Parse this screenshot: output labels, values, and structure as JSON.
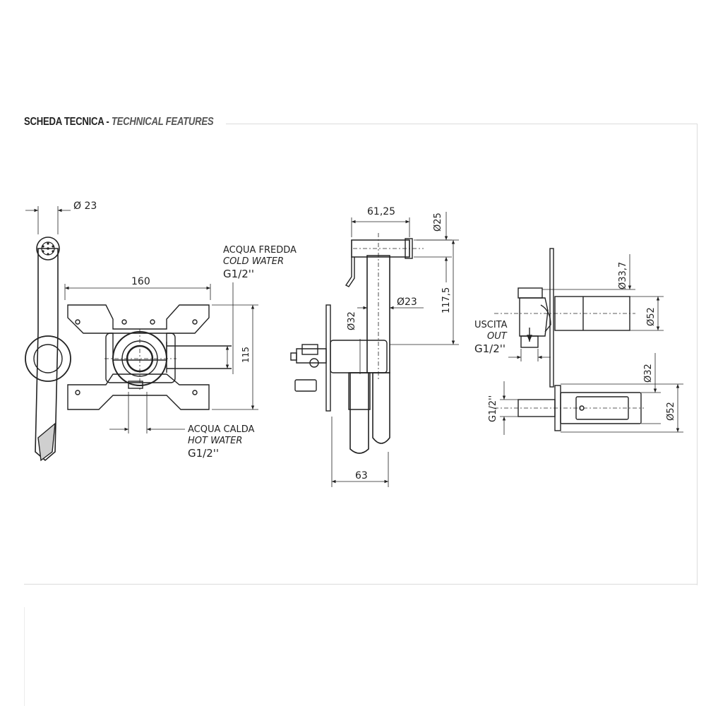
{
  "header": {
    "title_it": "SCHEDA TECNICA",
    "separator": " - ",
    "title_en": "TECHNICAL FEATURES"
  },
  "front_view": {
    "dim_handshower_dia": "Ø 23",
    "dim_width": "160",
    "dim_height": "115",
    "cold_label_it": "ACQUA FREDDA",
    "cold_label_en": "COLD WATER",
    "cold_thread": "G1/2''",
    "hot_label_it": "ACQUA CALDA",
    "hot_label_en": "HOT WATER",
    "hot_thread": "G1/2''"
  },
  "side_view": {
    "dim_handle_length": "61,25",
    "dim_handle_dia": "Ø25",
    "dim_depth": "117,5",
    "dim_body_dia": "Ø32",
    "dim_outlet_dia": "Ø23",
    "dim_projection": "63"
  },
  "outlet_view": {
    "outlet_label_it": "USCITA",
    "outlet_label_en": "OUT",
    "outlet_thread": "G1/2''",
    "dim_nut_dia": "Ø33,7",
    "dim_rosette_dia": "Ø52",
    "dim_body_dia": "Ø32",
    "dim_flange_dia": "Ø52",
    "dim_inlet_thread": "G1/2''"
  },
  "colors": {
    "line": "#222222",
    "frame": "#dcdcdc"
  }
}
